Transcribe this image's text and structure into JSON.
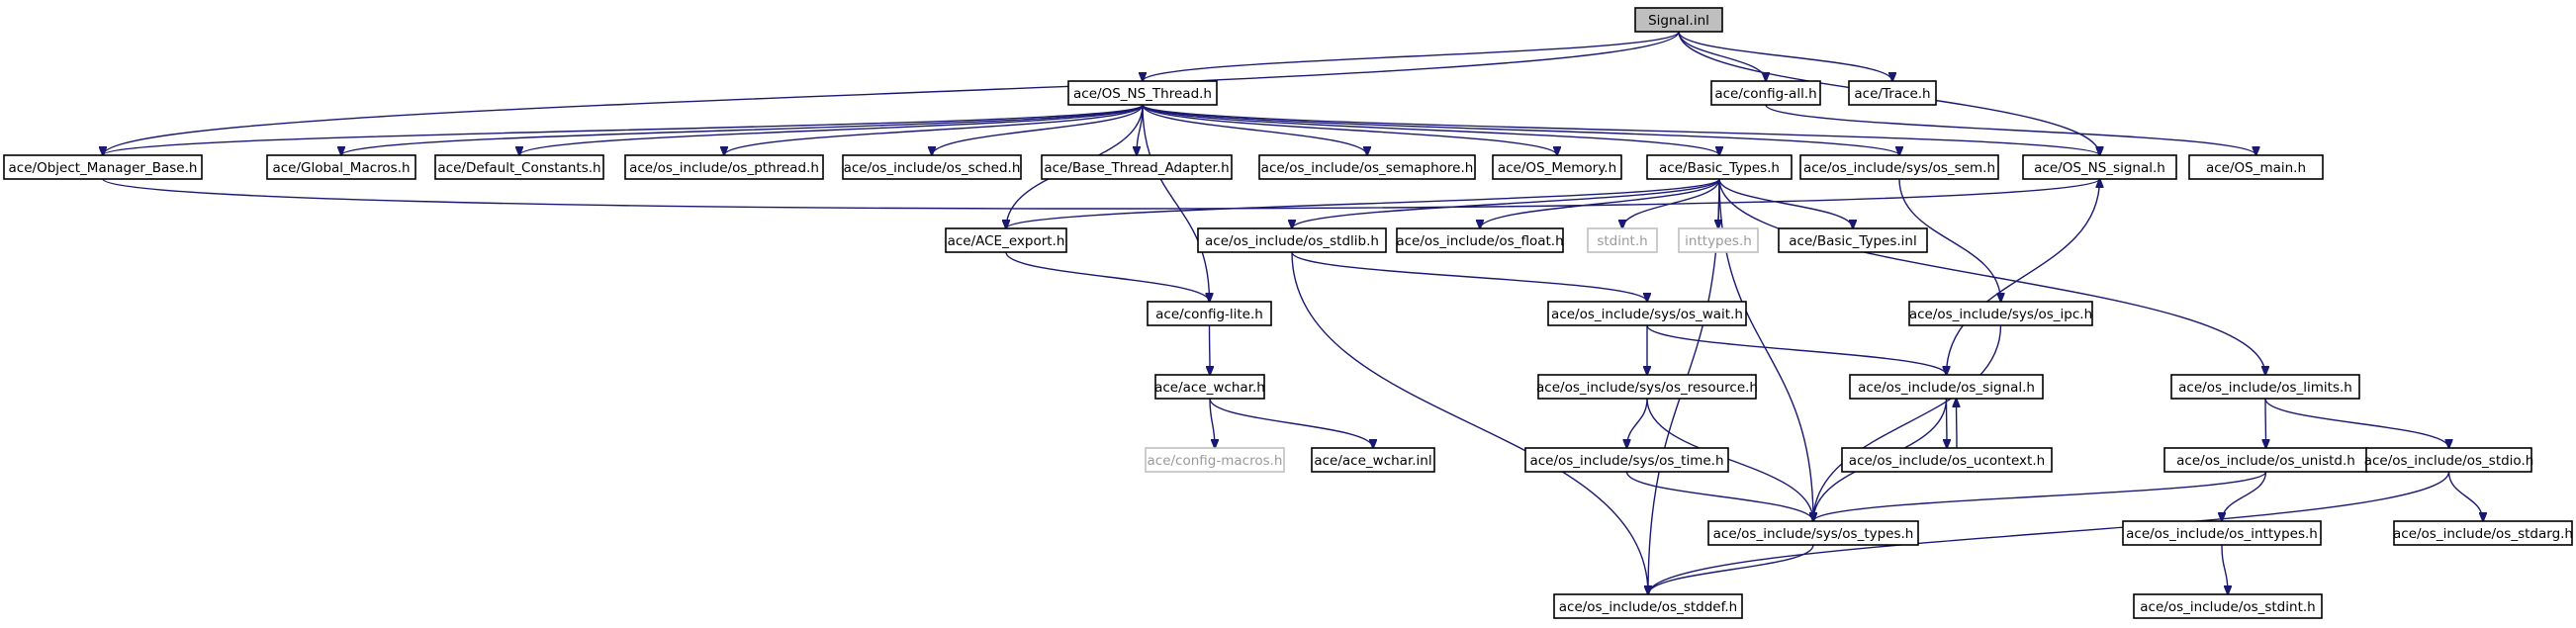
{
  "diagram": {
    "type": "include-dependency-graph",
    "colors": {
      "edge": "#191970",
      "root_fill": "#bfbfbf",
      "node_fill": "#ffffff",
      "missing_border": "#bfbfbf",
      "missing_text": "#9a9a9a"
    },
    "nodes": [
      {
        "id": "signal_inl",
        "label": "Signal.inl",
        "style": "root"
      },
      {
        "id": "os_ns_thread",
        "label": "ace/OS_NS_Thread.h"
      },
      {
        "id": "config_all",
        "label": "ace/config-all.h"
      },
      {
        "id": "trace",
        "label": "ace/Trace.h"
      },
      {
        "id": "object_manager_base",
        "label": "ace/Object_Manager_Base.h"
      },
      {
        "id": "global_macros",
        "label": "ace/Global_Macros.h"
      },
      {
        "id": "default_constants",
        "label": "ace/Default_Constants.h"
      },
      {
        "id": "os_pthread",
        "label": "ace/os_include/os_pthread.h"
      },
      {
        "id": "os_sched",
        "label": "ace/os_include/os_sched.h"
      },
      {
        "id": "base_thread_adapter",
        "label": "ace/Base_Thread_Adapter.h"
      },
      {
        "id": "os_semaphore",
        "label": "ace/os_include/os_semaphore.h"
      },
      {
        "id": "os_memory",
        "label": "ace/OS_Memory.h"
      },
      {
        "id": "basic_types",
        "label": "ace/Basic_Types.h"
      },
      {
        "id": "os_sem",
        "label": "ace/os_include/sys/os_sem.h"
      },
      {
        "id": "os_ns_signal",
        "label": "ace/OS_NS_signal.h"
      },
      {
        "id": "os_main",
        "label": "ace/OS_main.h"
      },
      {
        "id": "ace_export",
        "label": "ace/ACE_export.h"
      },
      {
        "id": "os_stdlib",
        "label": "ace/os_include/os_stdlib.h"
      },
      {
        "id": "os_float",
        "label": "ace/os_include/os_float.h"
      },
      {
        "id": "stdint",
        "label": "stdint.h",
        "style": "missing"
      },
      {
        "id": "inttypes",
        "label": "inttypes.h",
        "style": "missing"
      },
      {
        "id": "basic_types_inl",
        "label": "ace/Basic_Types.inl"
      },
      {
        "id": "config_lite",
        "label": "ace/config-lite.h"
      },
      {
        "id": "os_wait",
        "label": "ace/os_include/sys/os_wait.h"
      },
      {
        "id": "os_ipc",
        "label": "ace/os_include/sys/os_ipc.h"
      },
      {
        "id": "ace_wchar",
        "label": "ace/ace_wchar.h"
      },
      {
        "id": "os_resource",
        "label": "ace/os_include/sys/os_resource.h"
      },
      {
        "id": "os_signal",
        "label": "ace/os_include/os_signal.h"
      },
      {
        "id": "os_limits",
        "label": "ace/os_include/os_limits.h"
      },
      {
        "id": "config_macros",
        "label": "ace/config-macros.h",
        "style": "missing"
      },
      {
        "id": "ace_wchar_inl",
        "label": "ace/ace_wchar.inl"
      },
      {
        "id": "os_time",
        "label": "ace/os_include/sys/os_time.h"
      },
      {
        "id": "os_ucontext",
        "label": "ace/os_include/os_ucontext.h"
      },
      {
        "id": "os_unistd",
        "label": "ace/os_include/os_unistd.h"
      },
      {
        "id": "os_stdio",
        "label": "ace/os_include/os_stdio.h"
      },
      {
        "id": "os_types",
        "label": "ace/os_include/sys/os_types.h"
      },
      {
        "id": "os_inttypes",
        "label": "ace/os_include/os_inttypes.h"
      },
      {
        "id": "os_stdarg",
        "label": "ace/os_include/os_stdarg.h"
      },
      {
        "id": "os_stddef",
        "label": "ace/os_include/os_stddef.h"
      },
      {
        "id": "os_stdint",
        "label": "ace/os_include/os_stdint.h"
      }
    ],
    "edges": [
      [
        "signal_inl",
        "os_ns_thread"
      ],
      [
        "signal_inl",
        "config_all"
      ],
      [
        "signal_inl",
        "trace"
      ],
      [
        "signal_inl",
        "object_manager_base"
      ],
      [
        "signal_inl",
        "os_ns_signal"
      ],
      [
        "os_ns_thread",
        "object_manager_base"
      ],
      [
        "os_ns_thread",
        "global_macros"
      ],
      [
        "os_ns_thread",
        "default_constants"
      ],
      [
        "os_ns_thread",
        "os_pthread"
      ],
      [
        "os_ns_thread",
        "os_sched"
      ],
      [
        "os_ns_thread",
        "base_thread_adapter"
      ],
      [
        "os_ns_thread",
        "os_semaphore"
      ],
      [
        "os_ns_thread",
        "os_memory"
      ],
      [
        "os_ns_thread",
        "basic_types"
      ],
      [
        "os_ns_thread",
        "os_sem"
      ],
      [
        "os_ns_thread",
        "os_ns_signal"
      ],
      [
        "os_ns_thread",
        "ace_export"
      ],
      [
        "os_ns_thread",
        "config_lite"
      ],
      [
        "config_all",
        "os_main"
      ],
      [
        "object_manager_base",
        "os_ns_signal"
      ],
      [
        "basic_types",
        "ace_export"
      ],
      [
        "basic_types",
        "os_stdlib"
      ],
      [
        "basic_types",
        "os_float"
      ],
      [
        "basic_types",
        "stdint"
      ],
      [
        "basic_types",
        "inttypes"
      ],
      [
        "basic_types",
        "basic_types_inl"
      ],
      [
        "basic_types",
        "os_limits"
      ],
      [
        "basic_types",
        "os_types"
      ],
      [
        "basic_types",
        "os_stddef"
      ],
      [
        "os_sem",
        "os_ipc"
      ],
      [
        "os_ns_signal",
        "os_signal"
      ],
      [
        "ace_export",
        "config_lite"
      ],
      [
        "os_stdlib",
        "os_wait"
      ],
      [
        "os_stdlib",
        "os_stddef"
      ],
      [
        "config_lite",
        "ace_wchar"
      ],
      [
        "ace_wchar",
        "config_macros"
      ],
      [
        "ace_wchar",
        "ace_wchar_inl"
      ],
      [
        "os_wait",
        "os_resource"
      ],
      [
        "os_wait",
        "os_signal"
      ],
      [
        "os_ipc",
        "os_types"
      ],
      [
        "os_resource",
        "os_time"
      ],
      [
        "os_resource",
        "os_types"
      ],
      [
        "os_signal",
        "os_ucontext"
      ],
      [
        "os_signal",
        "os_types"
      ],
      [
        "os_ucontext",
        "os_signal"
      ],
      [
        "os_limits",
        "os_unistd"
      ],
      [
        "os_limits",
        "os_stdio"
      ],
      [
        "os_time",
        "os_types"
      ],
      [
        "os_unistd",
        "os_types"
      ],
      [
        "os_unistd",
        "os_inttypes"
      ],
      [
        "os_stdio",
        "os_stdarg"
      ],
      [
        "os_stdio",
        "os_stddef"
      ],
      [
        "os_inttypes",
        "os_stdint"
      ],
      [
        "os_types",
        "os_stddef"
      ]
    ]
  }
}
